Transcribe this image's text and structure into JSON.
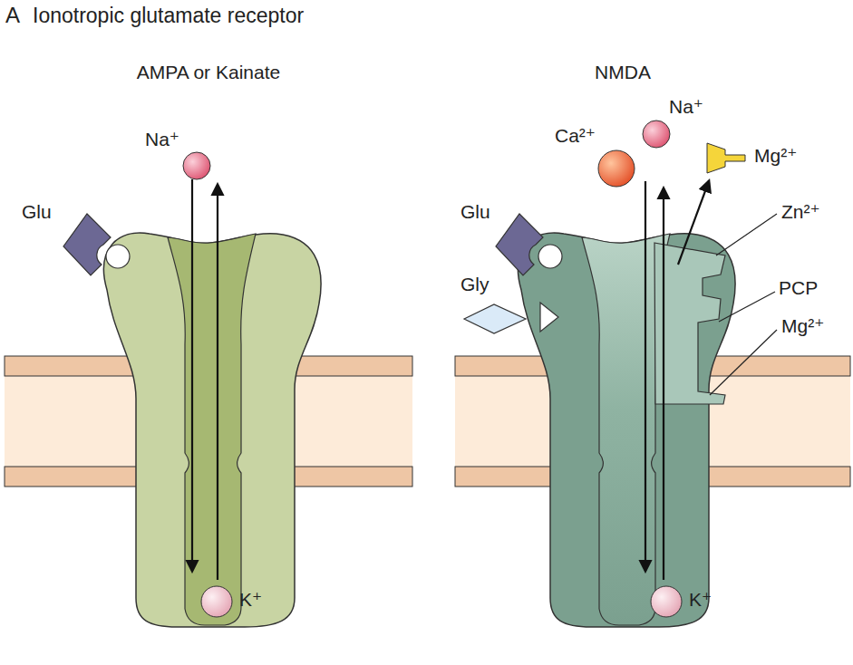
{
  "diagram": {
    "title": "Ionotropic glutamate receptor",
    "nodes": [
      {
        "text": [
          "AMPA or Kainate"
        ]
      },
      {
        "text": [
          "NMDA"
        ]
      }
    ],
    "labels": [
      "A",
      "Na⁺",
      "Glu",
      "K⁺",
      "Ca²⁺",
      "Na⁺",
      "Mg²⁺",
      "Glu",
      "Gly",
      "Zn²⁺",
      "PCP",
      "Mg²⁺",
      "K⁺"
    ]
  }
}
